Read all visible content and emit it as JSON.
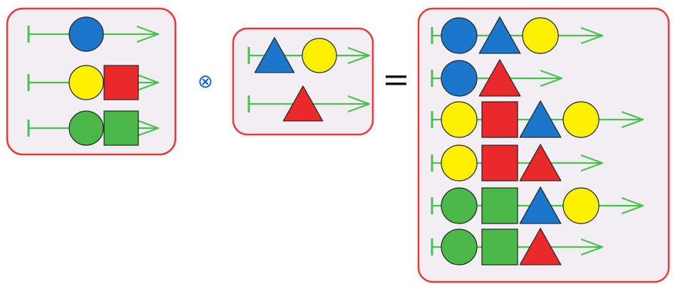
{
  "colors": {
    "box_fill": "#f2eff4",
    "box_border": "#e83a3a",
    "line": "#4cc04c",
    "blue": "#1b77c9",
    "yellow": "#ffef00",
    "red": "#ea2a2a",
    "green": "#4ab94a",
    "operator": "#1565c0",
    "equals": "#111111"
  },
  "operators": {
    "product": "⊗",
    "equals": "="
  },
  "sets": [
    {
      "name": "left-set",
      "rows": [
        [
          "blue-circle"
        ],
        [
          "yellow-circle",
          "red-square"
        ],
        [
          "green-circle",
          "green-square"
        ]
      ]
    },
    {
      "name": "middle-set",
      "rows": [
        [
          "blue-triangle",
          "yellow-circle"
        ],
        [
          "red-triangle"
        ]
      ]
    },
    {
      "name": "result-set",
      "rows": [
        [
          "blue-circle",
          "blue-triangle",
          "yellow-circle"
        ],
        [
          "blue-circle",
          "red-triangle"
        ],
        [
          "yellow-circle",
          "red-square",
          "blue-triangle",
          "yellow-circle"
        ],
        [
          "yellow-circle",
          "red-square",
          "red-triangle"
        ],
        [
          "green-circle",
          "green-square",
          "blue-triangle",
          "yellow-circle"
        ],
        [
          "green-circle",
          "green-square",
          "red-triangle"
        ]
      ]
    }
  ]
}
